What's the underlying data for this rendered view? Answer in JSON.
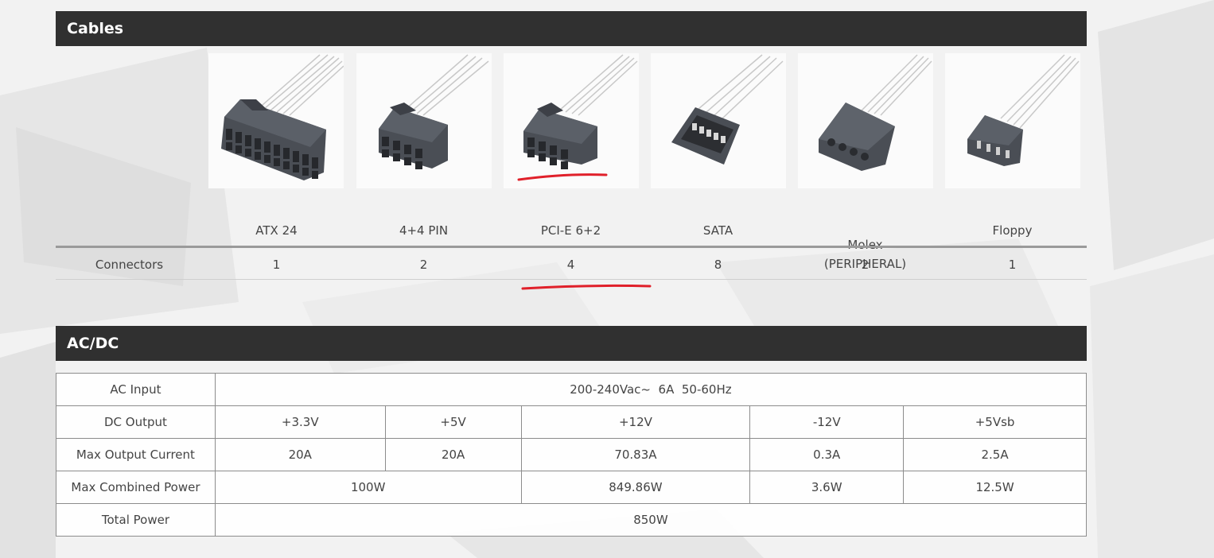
{
  "cables": {
    "header": "Cables",
    "row_label": "Connectors",
    "items": [
      {
        "name": "ATX 24",
        "name_line2": "",
        "count": "1",
        "icon": "atx24-connector-icon"
      },
      {
        "name": "4+4 PIN",
        "name_line2": "",
        "count": "2",
        "icon": "eps-4plus4-connector-icon"
      },
      {
        "name": "PCI-E 6+2",
        "name_line2": "",
        "count": "4",
        "icon": "pcie-6plus2-connector-icon"
      },
      {
        "name": "SATA",
        "name_line2": "",
        "count": "8",
        "icon": "sata-connector-icon"
      },
      {
        "name": "Molex",
        "name_line2": "(PERIPHERAL)",
        "count": "2",
        "icon": "molex-connector-icon"
      },
      {
        "name": "Floppy",
        "name_line2": "",
        "count": "1",
        "icon": "floppy-connector-icon"
      }
    ],
    "highlight_color": "#e0202a"
  },
  "acdc": {
    "header": "AC/DC",
    "ac_input": {
      "label": "AC Input",
      "value": "200-240Vac~  6A  50-60Hz"
    },
    "dc_output": {
      "label": "DC Output",
      "values": [
        "+3.3V",
        "+5V",
        "+12V",
        "-12V",
        "+5Vsb"
      ]
    },
    "max_current": {
      "label": "Max Output Current",
      "values": [
        "20A",
        "20A",
        "70.83A",
        "0.3A",
        "2.5A"
      ]
    },
    "max_combined": {
      "label": "Max Combined Power",
      "values": [
        "100W",
        "849.86W",
        "3.6W",
        "12.5W"
      ]
    },
    "total_power": {
      "label": "Total Power",
      "value": "850W"
    }
  },
  "colors": {
    "header_bg": "#303030",
    "header_text": "#ffffff",
    "connector": "#4a4e55"
  }
}
